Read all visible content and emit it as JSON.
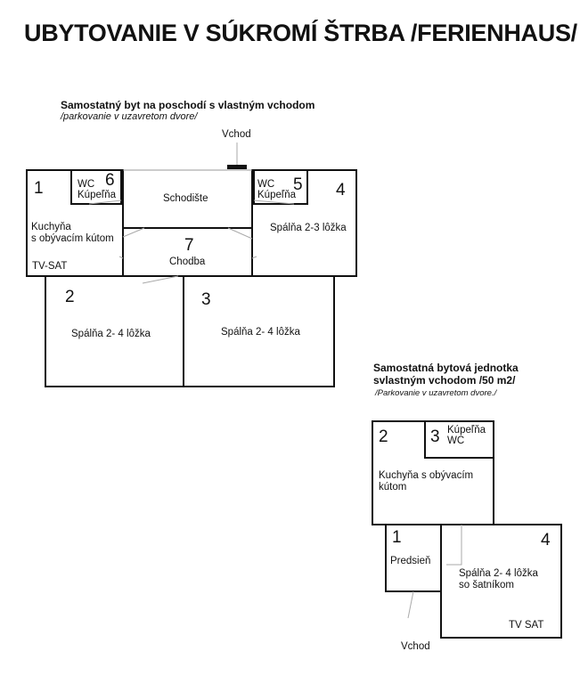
{
  "title": "UBYTOVANIE V SÚKROMÍ ŠTRBA /FERIENHAUS/",
  "plan1": {
    "heading": "Samostatný byt na poschodí s vlastným vchodom",
    "subheading": "/parkovanie v uzavretom dvore/",
    "entrance": "Vchod",
    "rooms": [
      {
        "num": "1",
        "label": "Kuchyňa\ns obývacím kútom",
        "extra": "TV-SAT"
      },
      {
        "num": "2",
        "label": "Spálňa 2- 4 lôžka"
      },
      {
        "num": "3",
        "label": "Spálňa 2- 4 lôžka"
      },
      {
        "num": "4",
        "label": "Spálňa 2-3 lôžka"
      },
      {
        "num": "5",
        "label": "WC\nKúpeľňa"
      },
      {
        "num": "6",
        "label": "WC\nKúpeľňa"
      },
      {
        "num": "7",
        "label": "Chodba"
      }
    ],
    "stairs": "Schodište"
  },
  "plan2": {
    "heading": "Samostatná bytová jednotka\nsvlastným vchodom /50 m2/",
    "subheading": "/Parkovanie v uzavretom dvore./",
    "entrance": "Vchod",
    "rooms": [
      {
        "num": "1",
        "label": "Predsieň"
      },
      {
        "num": "2",
        "label": "Kuchyňa s obývacím\nkútom"
      },
      {
        "num": "3",
        "label": "Kúpeľňa\nWC"
      },
      {
        "num": "4",
        "label": "Spálňa 2- 4 lôžka\nso šatníkom",
        "extra": "TV SAT"
      }
    ]
  }
}
